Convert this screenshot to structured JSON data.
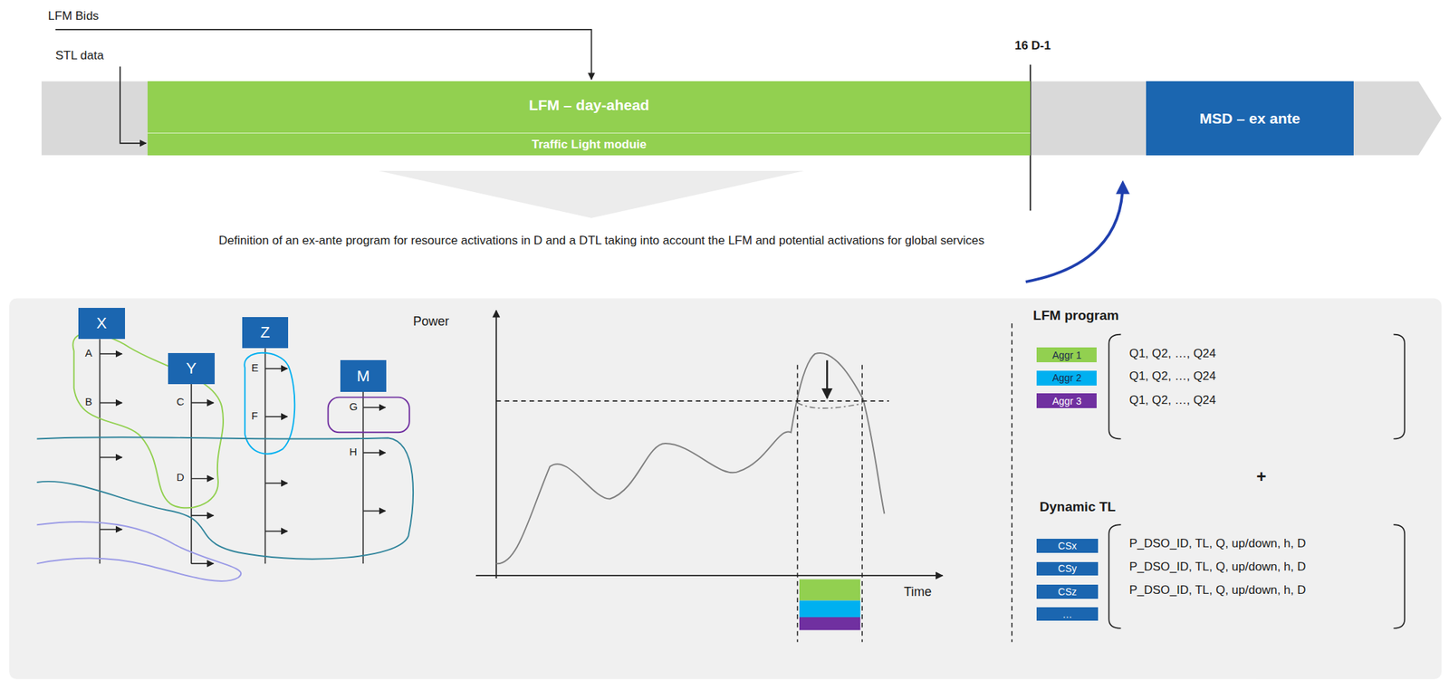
{
  "diagram": {
    "nodes": [
      {
        "text": [
          "LFM – day-ahead"
        ]
      },
      {
        "text": [
          "Traffic Light moduie"
        ],
        "in": 0
      },
      {
        "text": [
          "MSD – ex ante"
        ]
      },
      {
        "text": [
          "X"
        ]
      },
      {
        "text": [
          "Y"
        ]
      },
      {
        "text": [
          "Z"
        ]
      },
      {
        "text": [
          "M"
        ]
      },
      {
        "text": [
          "Aggr 1"
        ]
      },
      {
        "text": [
          "Aggr 2"
        ]
      },
      {
        "text": [
          "Aggr 3"
        ]
      },
      {
        "text": [
          "CSx"
        ]
      },
      {
        "text": [
          "CSy"
        ]
      },
      {
        "text": [
          "CSz"
        ]
      },
      {
        "text": [
          "…"
        ]
      }
    ],
    "labels": [
      "LFM Bids",
      "STL data",
      "16 D-1",
      "Definition of an ex-ante program for resource activations in D and a DTL taking into account the LFM and potential activations for global services",
      "A",
      "B",
      "C",
      "D",
      "E",
      "F",
      "G",
      "H",
      "Power",
      "Time",
      "LFM program",
      "Q1, Q2, …, Q24",
      "Q1, Q2, …, Q24",
      "Q1, Q2, …, Q24",
      "+",
      "Dynamic TL",
      "P_DSO_ID, TL, Q, up/down, h, D",
      "P_DSO_ID, TL, Q, up/down, h, D",
      "P_DSO_ID, TL, Q, up/down, h, D"
    ]
  }
}
